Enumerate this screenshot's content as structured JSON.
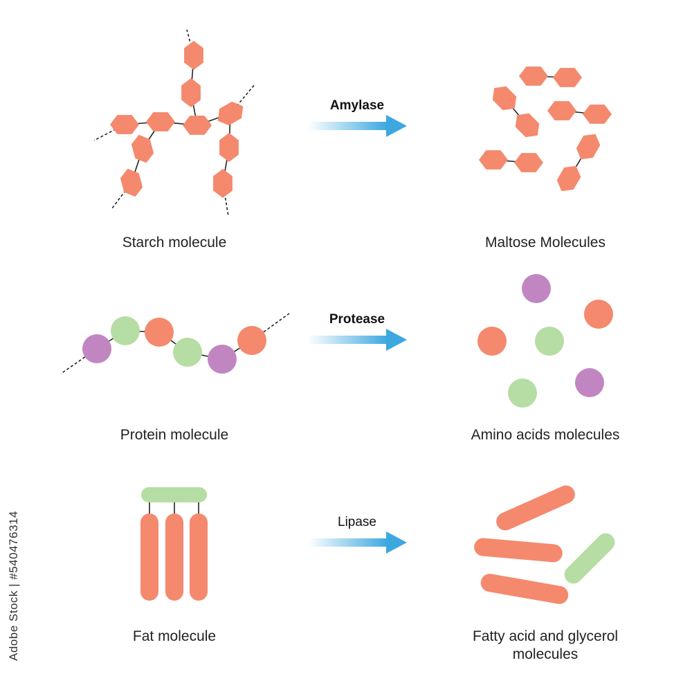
{
  "colors": {
    "orange": "#F4896E",
    "green": "#B6DDA4",
    "purple": "#C186C2",
    "line": "#222222",
    "arrow_end": "#3DA8E0",
    "arrow_start": "#FFFFFF"
  },
  "rows": [
    {
      "enzyme": "Amylase",
      "left_label": "Starch molecule",
      "right_label": "Maltose Molecules"
    },
    {
      "enzyme": "Protease",
      "left_label": "Protein molecule",
      "right_label": "Amino acids molecules"
    },
    {
      "enzyme": "Lipase",
      "left_label": "Fat molecule",
      "right_label_line1": "Fatty acid and glycerol",
      "right_label_line2": "molecules"
    }
  ],
  "stock_id": "Adobe Stock | #540476314"
}
